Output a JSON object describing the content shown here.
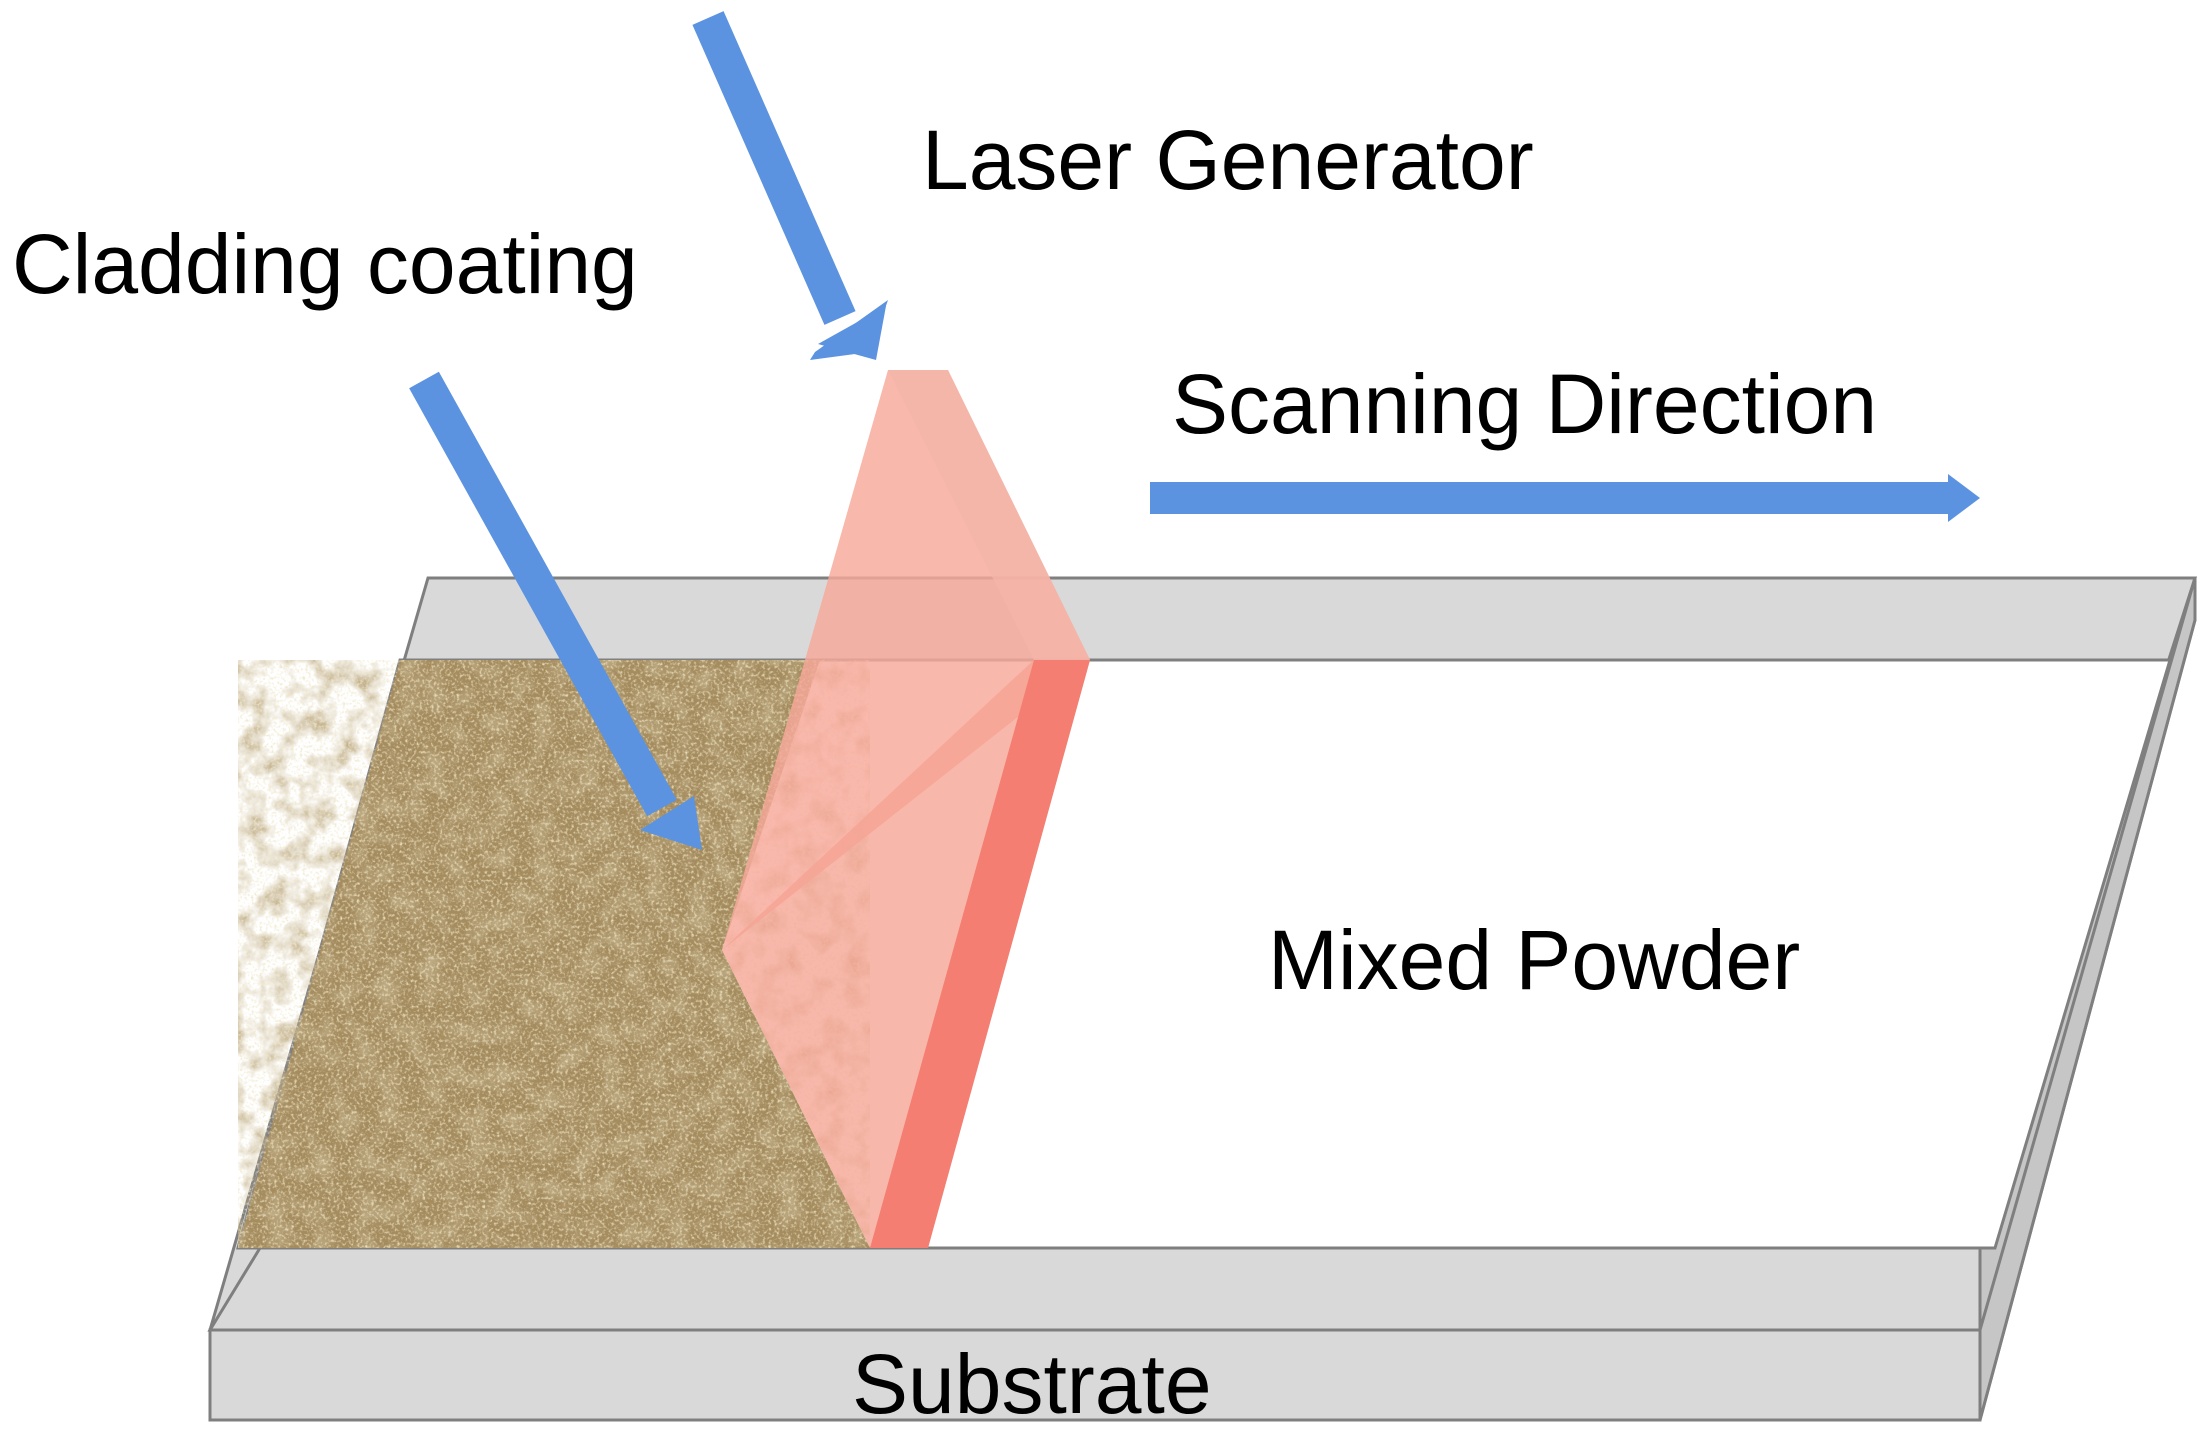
{
  "labels": {
    "laser_generator": "Laser Generator",
    "cladding_coating": "Cladding coating",
    "scanning_direction": "Scanning Direction",
    "mixed_powder": "Mixed Powder",
    "substrate": "Substrate"
  },
  "colors": {
    "arrow": "#5b93e0",
    "frame_face": "#d9d9d9",
    "frame_edge": "#7f7f7f",
    "frame_side": "#c6c6c6",
    "powder_bed": "#ffffff",
    "coating_base": "#a58c5f",
    "laser_light": "#f7a89a",
    "laser_dark": "#f47e72"
  }
}
